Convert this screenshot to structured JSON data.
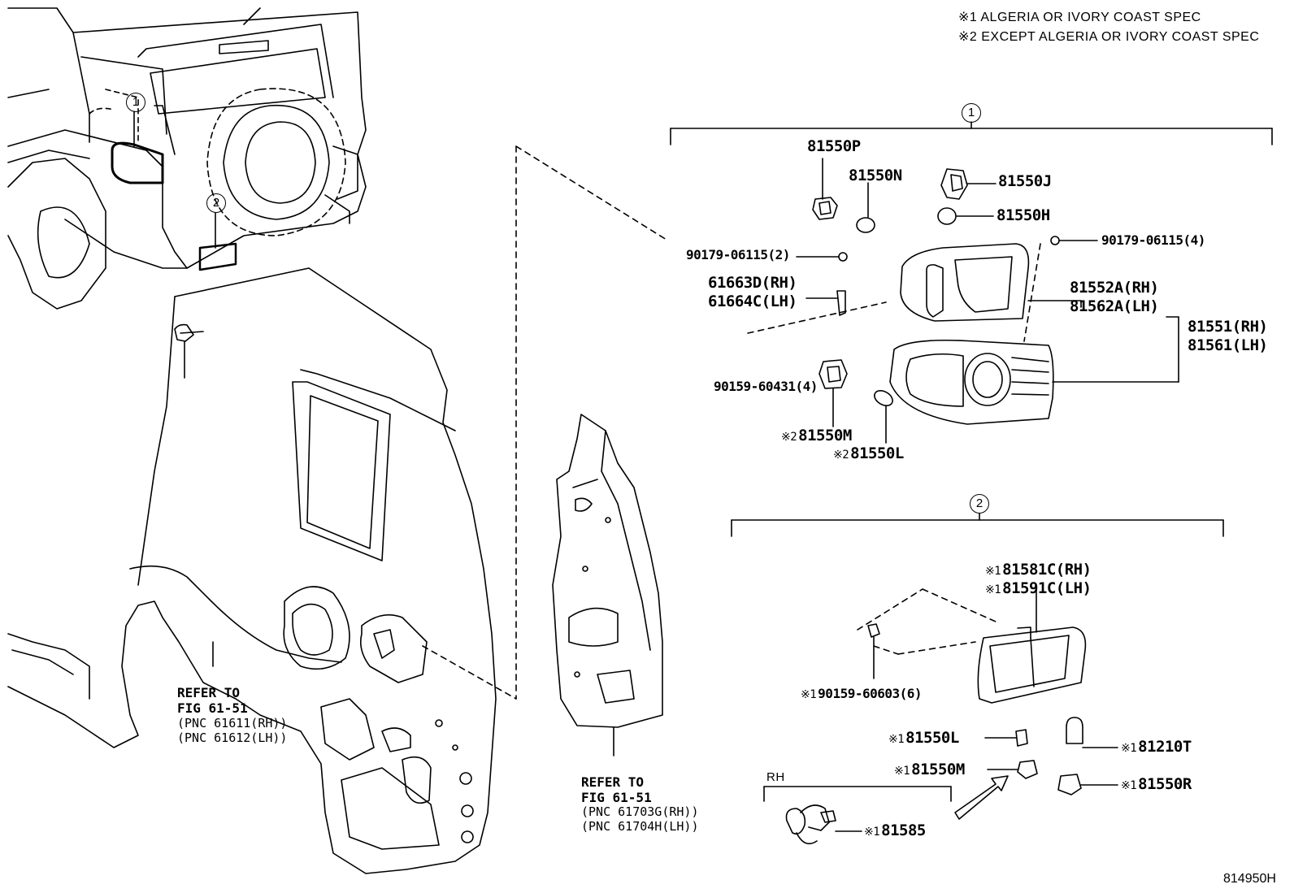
{
  "notes": {
    "note1": "※1 ALGERIA OR IVORY COAST SPEC",
    "note2": "※2 EXCEPT ALGERIA OR IVORY COAST SPEC"
  },
  "callouts": {
    "c1": "1",
    "c2": "2"
  },
  "marks": {
    "m1": "※1",
    "m2": "※2"
  },
  "group1": {
    "p81550P": "81550P",
    "p81550N": "81550N",
    "p81550J": "81550J",
    "p81550H": "81550H",
    "p90179_2": "90179-06115(2)",
    "p90179_4": "90179-06115(4)",
    "p61663D": "61663D(RH)",
    "p61664C": "61664C(LH)",
    "p81552A": "81552A(RH)",
    "p81562A": "81562A(LH)",
    "p81551": "81551(RH)",
    "p81561": "81561(LH)",
    "p90159_4": "90159-60431(4)",
    "p81550M": "81550M",
    "p81550L": "81550L"
  },
  "group2": {
    "p81581C": "81581C(RH)",
    "p81591C": "81591C(LH)",
    "p90159_6": "90159-60603(6)",
    "p81550L": "81550L",
    "p81550M": "81550M",
    "p81210T": "81210T",
    "p81550R": "81550R",
    "p81585": "81585",
    "rh": "RH"
  },
  "refs": {
    "ref1_title": "REFER TO",
    "ref1_fig": "FIG 61-51",
    "ref1_pnc_rh": "(PNC 61611(RH))",
    "ref1_pnc_lh": "(PNC 61612(LH))",
    "ref2_title": "REFER TO",
    "ref2_fig": "FIG 61-51",
    "ref2_pnc_rh": "(PNC 61703G(RH))",
    "ref2_pnc_lh": "(PNC 61704H(LH))"
  },
  "diagram_code": "814950H"
}
